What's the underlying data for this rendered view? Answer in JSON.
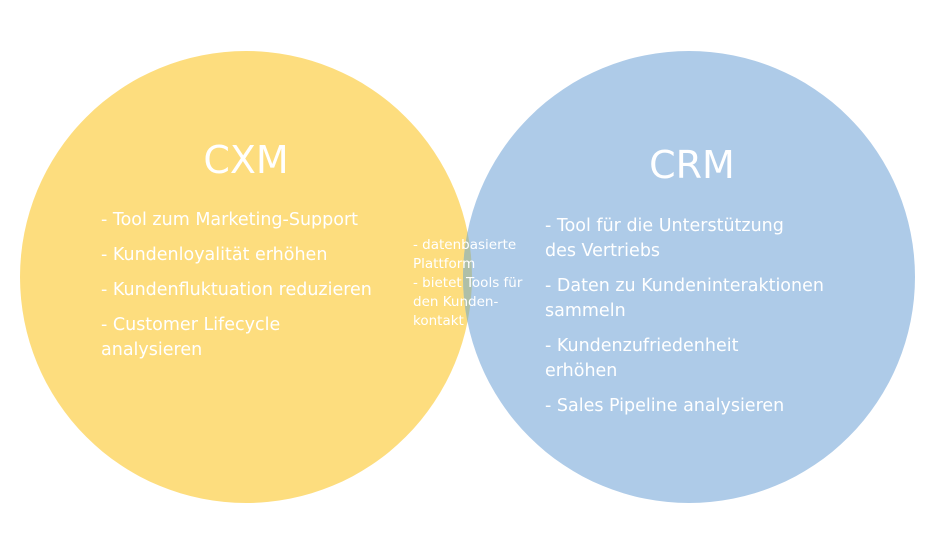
{
  "colors": {
    "cxm_circle": "#fddd7e",
    "crm_circle": "#aecbe8",
    "overlap": "#aebfa8",
    "text": "#ffffff"
  },
  "cxm": {
    "title": "CXM",
    "items": [
      "- Tool zum Marketing-Support",
      "- Kundenloyalität erhöhen",
      "- Kundenfluktuation reduzieren",
      "- Customer Lifecycle analysieren"
    ]
  },
  "crm": {
    "title": "CRM",
    "items": [
      "- Tool für die Unterstützung des Vertriebs",
      "- Daten zu Kundeninteraktionen sammeln",
      "- Kundenzufriedenheit erhöhen",
      "- Sales Pipeline analysieren"
    ]
  },
  "overlap": {
    "items": [
      "- datenbasierte Plattform",
      "- bietet Tools für den Kunden-kontakt"
    ]
  }
}
